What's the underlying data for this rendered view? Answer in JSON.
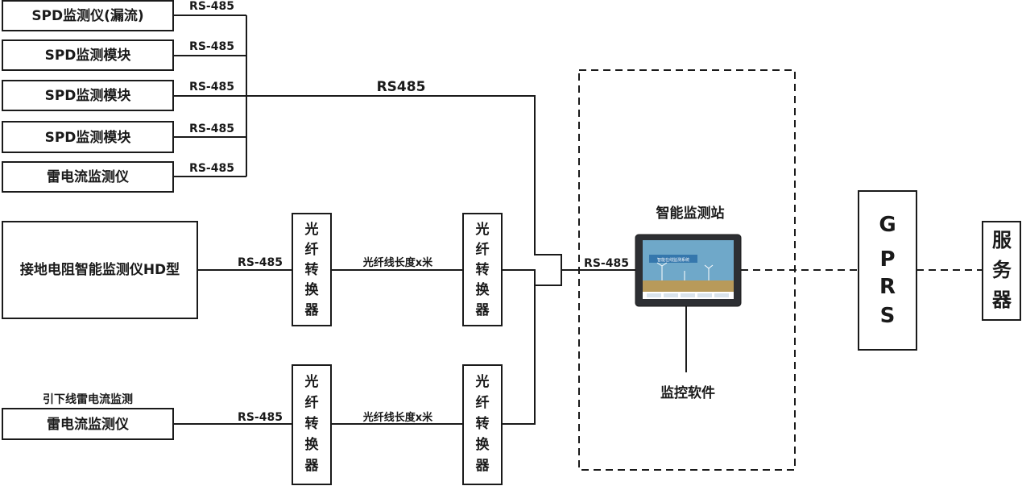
{
  "devices": {
    "spd_leak": "SPD监测仪(漏流)",
    "spd_module_1": "SPD监测模块",
    "spd_module_2": "SPD监测模块",
    "spd_module_3": "SPD监测模块",
    "lightning_1": "雷电流监测仪",
    "ground_resistance": "接地电阻智能监测仪HD型",
    "downlead_caption": "引下线雷电流监测",
    "lightning_2": "雷电流监测仪"
  },
  "links": {
    "rs485": "RS-485",
    "rs485_trunk": "RS485",
    "fiber_length": "光纤线长度x米"
  },
  "converter": [
    "光",
    "纤",
    "转",
    "换",
    "器"
  ],
  "station": {
    "title": "智能监测站",
    "software": "监控软件",
    "screen_title": "智能在线监测系统",
    "screen_buttons": [
      "",
      "",
      "",
      "",
      ""
    ]
  },
  "gprs": [
    "G",
    "P",
    "R",
    "S"
  ],
  "server": [
    "服",
    "务",
    "器"
  ],
  "colors": {
    "line": "#1a1a1a",
    "screen_sky": "#6fa8c9",
    "bezel": "#2d2f33"
  }
}
